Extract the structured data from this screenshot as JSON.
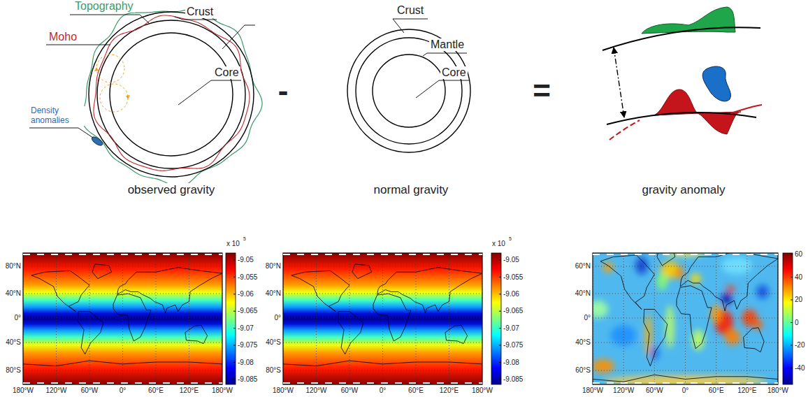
{
  "diagram": {
    "labels": [
      "Topography",
      "Crust",
      "Moho",
      "Core",
      "Density anomalies",
      "observed gravity",
      "-",
      "Crust",
      "Mantle",
      "Core",
      "normal gravity",
      "=",
      "gravity anomaly",
      "x 10",
      "5",
      "-9.05",
      "-9.055",
      "-9.06",
      "-9.065",
      "-9.07",
      "-9.075",
      "-9.08",
      "-9.085",
      "80°N",
      "40°N",
      "0°",
      "40°S",
      "80°S",
      "180°W",
      "120°W",
      "60°W",
      "0°",
      "60°E",
      "120°E",
      "180°W",
      "x 10",
      "5",
      "-9.05",
      "-9.055",
      "-9.06",
      "-9.065",
      "-9.07",
      "-9.075",
      "-9.08",
      "-9.085",
      "80°N",
      "40°N",
      "0°",
      "40°S",
      "80°S",
      "180°W",
      "120°W",
      "60°W",
      "0°",
      "60°E",
      "120°E",
      "180°W",
      "60",
      "40",
      "20",
      "0",
      "-20",
      "-40",
      "60°N",
      "40°N",
      "0°",
      "40°S",
      "60°S",
      "180°W",
      "120°W",
      "60°W",
      "0°",
      "60°E",
      "120°E",
      "180°W"
    ]
  }
}
